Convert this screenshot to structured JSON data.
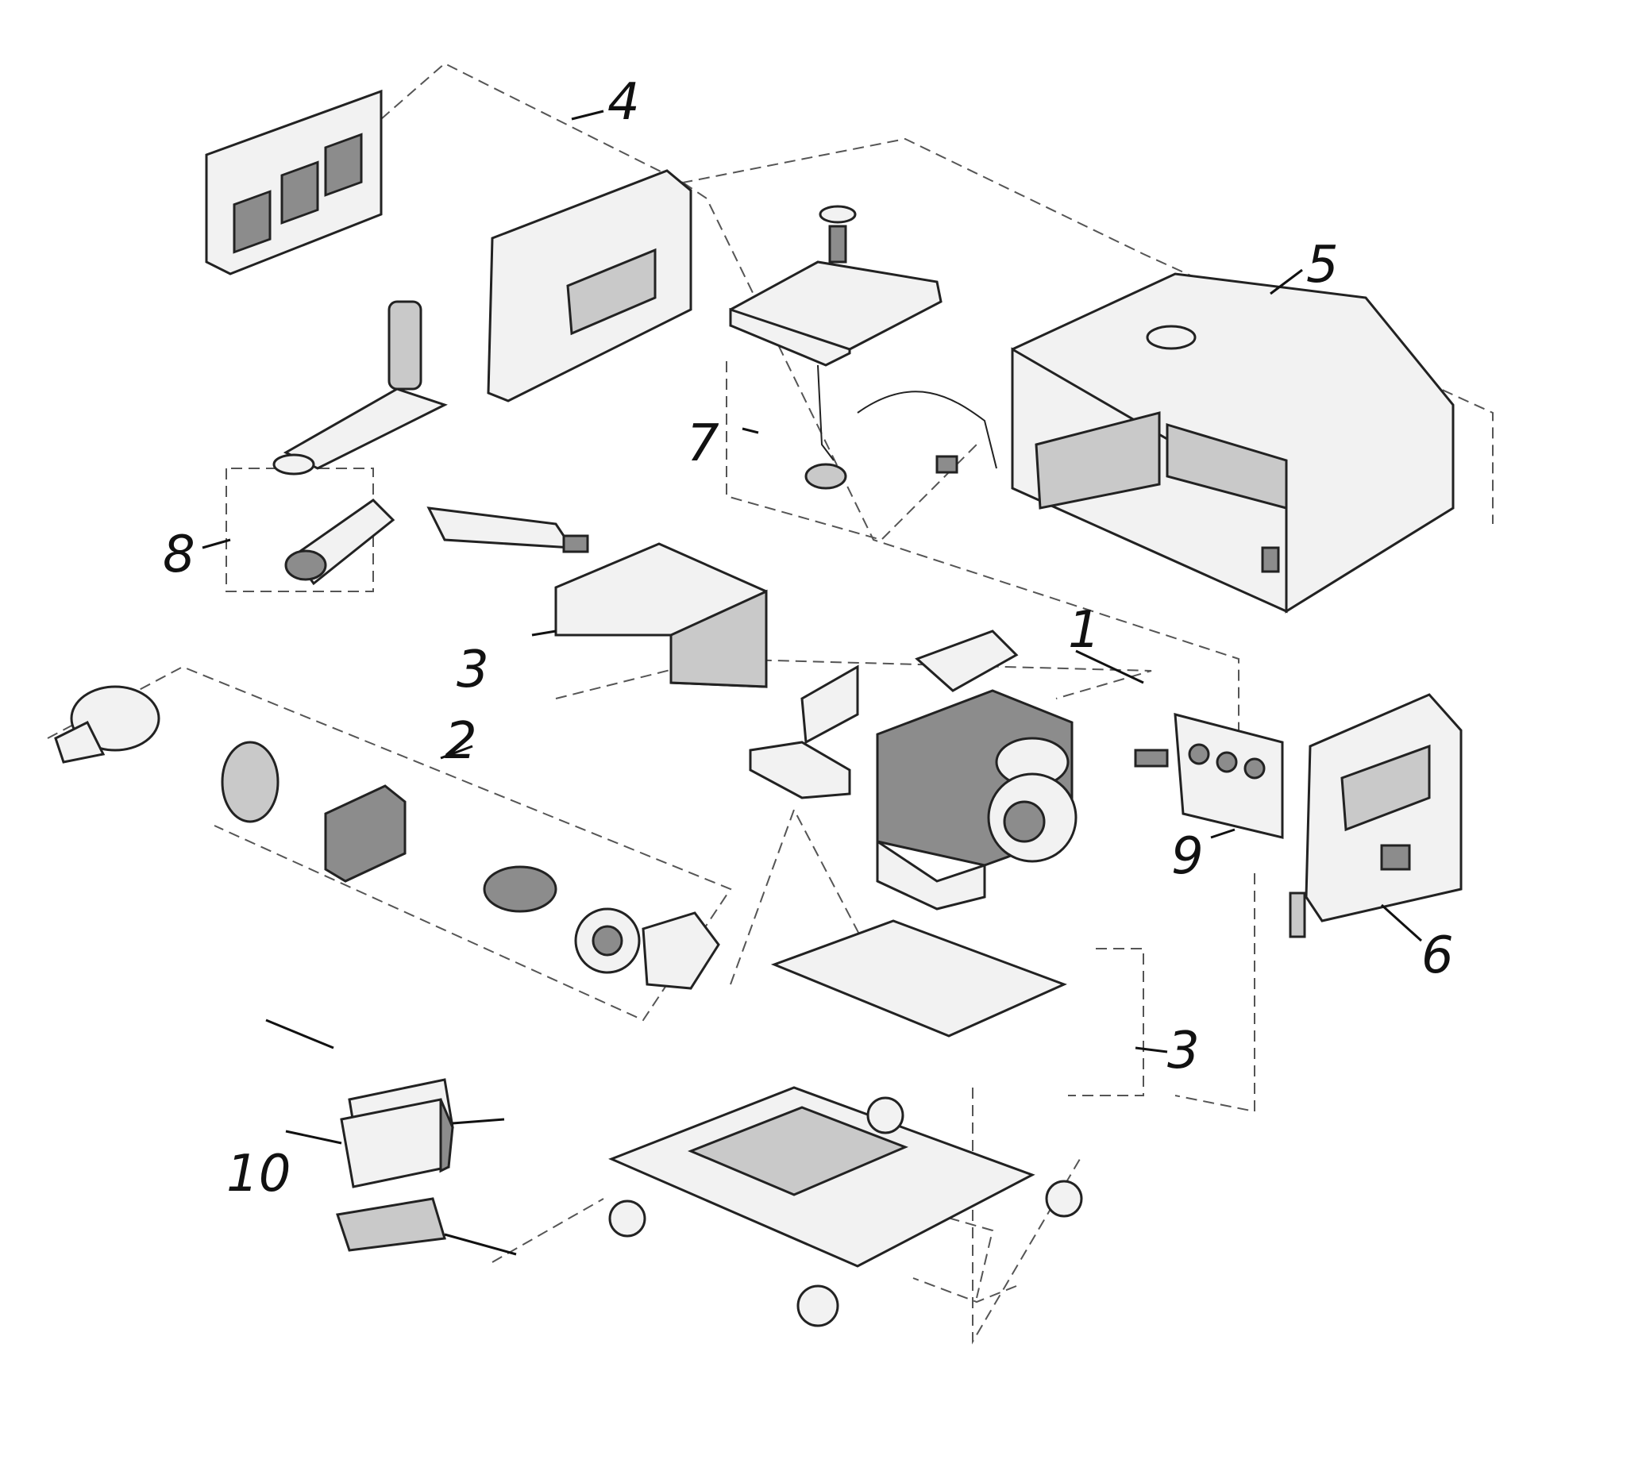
{
  "callouts": {
    "engine": "1",
    "alternator": "2",
    "frame_upper": "3",
    "frame_lower": "3",
    "rear_panel": "4",
    "top_cover": "5",
    "side_panel": "6",
    "fuel_tank": "7",
    "muffler": "8",
    "control_panel": "9",
    "battery": "10"
  }
}
